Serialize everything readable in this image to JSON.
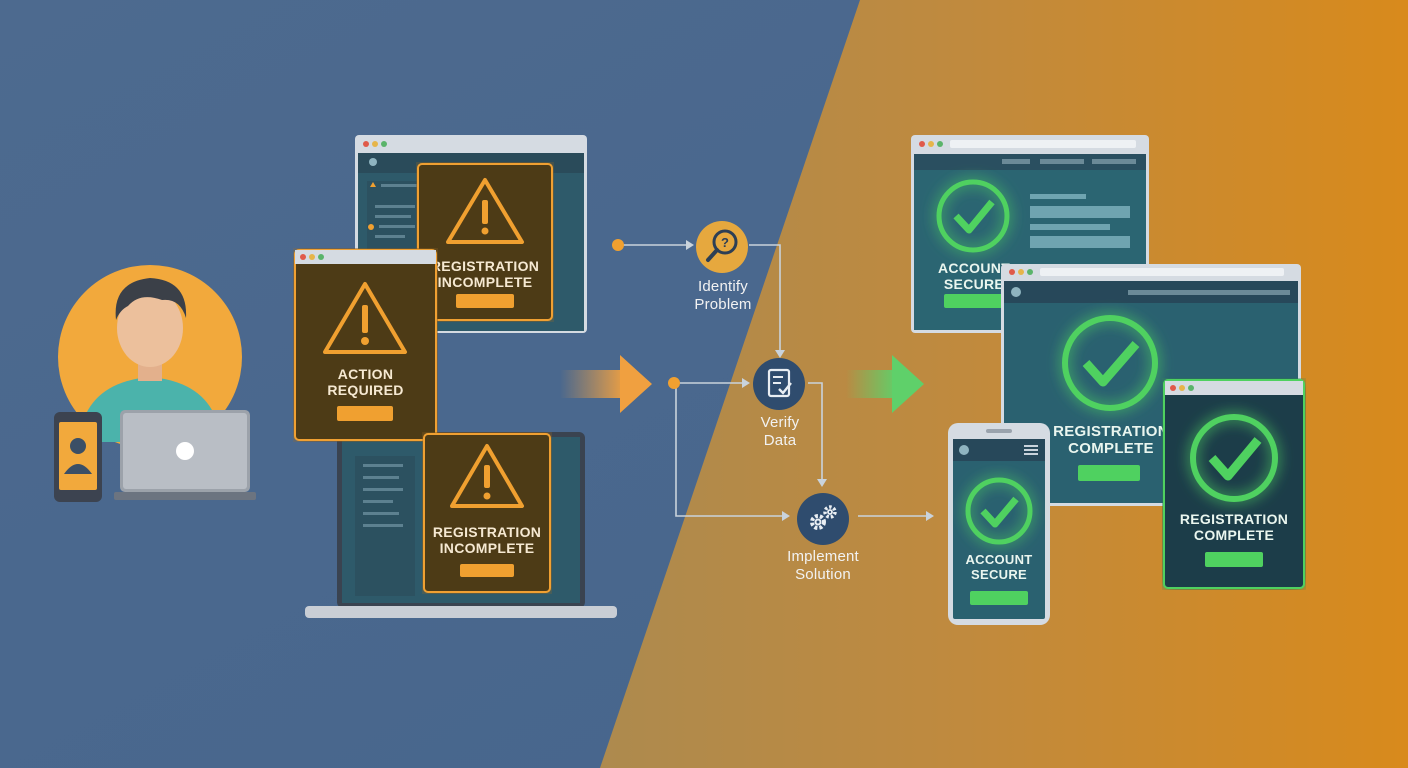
{
  "user_area": {
    "person": "person-icon",
    "devices": [
      "phone-icon",
      "laptop-icon"
    ]
  },
  "alerts": [
    {
      "title": "REGISTRATION INCOMPLETE",
      "line1": "REGISTRATION",
      "line2": "INCOMPLETE"
    },
    {
      "title": "ACTION REQUIRED",
      "line1": "ACTION",
      "line2": "REQUIRED"
    },
    {
      "title": "REGISTRATION INCOMPLETE",
      "line1": "REGISTRATION",
      "line2": "INCOMPLETE"
    }
  ],
  "steps": [
    {
      "icon": "magnifier-question-icon",
      "line1": "Identify",
      "line2": "Problem"
    },
    {
      "icon": "clipboard-check-icon",
      "line1": "Verify",
      "line2": "Data"
    },
    {
      "icon": "gears-icon",
      "line1": "Implement",
      "line2": "Solution"
    }
  ],
  "results": [
    {
      "line1": "ACCOUNT",
      "line2": "SECURE"
    },
    {
      "line1": "REGISTRATION",
      "line2": "COMPLETE"
    },
    {
      "line1": "ACCOUNT",
      "line2": "SECURE"
    },
    {
      "line1": "REGISTRATION",
      "line2": "COMPLETE"
    }
  ],
  "colors": {
    "blue_bg": "#4b6990",
    "orange_bg": "#c98a2a",
    "alert_orange": "#f0a030",
    "success_green": "#4fd160",
    "panel_teal": "#245a6a"
  }
}
